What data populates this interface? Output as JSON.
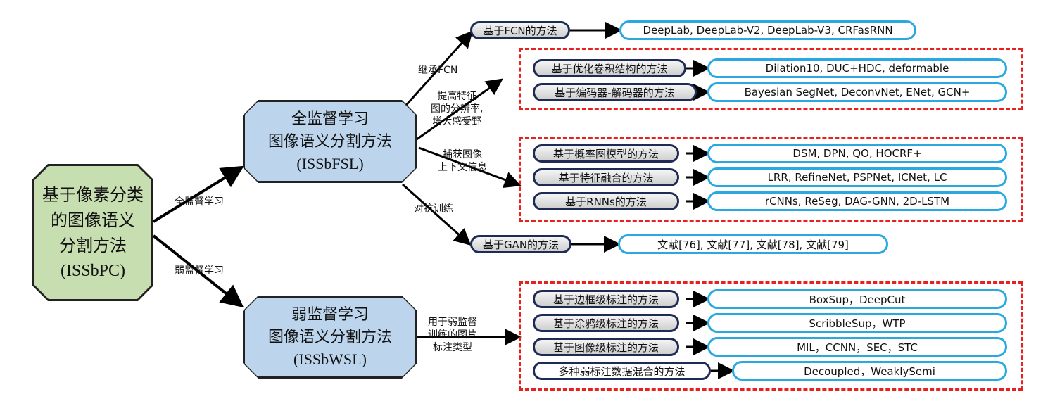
{
  "root": {
    "lines": [
      "基于像素分类",
      "的图像语义",
      "分割方法",
      "(ISSbPC)"
    ]
  },
  "full_node": {
    "lines": [
      "全监督学习",
      "图像语义分割方法",
      "(ISSbFSL)"
    ]
  },
  "weak_node": {
    "lines": [
      "弱监督学习",
      "图像语义分割方法",
      "(ISSbWSL)"
    ]
  },
  "edge_labels": {
    "full": "全监督学习",
    "weak": "弱监督学习",
    "inherit_fcn": "继承FCN",
    "resolution": [
      "提高特征",
      "图的分辨率,",
      "增大感受野"
    ],
    "context": [
      "捕获图像",
      "上下文信息"
    ],
    "adversarial": "对抗训练",
    "weak_label_types": [
      "用于弱监督",
      "训练的图片",
      "标注类型"
    ]
  },
  "methods": {
    "fcn": {
      "label": "基于FCN的方法",
      "result": "DeepLab, DeepLab-V2, DeepLab-V3, CRFasRNN"
    },
    "conv": {
      "label": "基于优化卷积结构的方法",
      "result": "Dilation10, DUC+HDC, deformable"
    },
    "encdec": {
      "label": "基于编码器-解码器的方法",
      "result": "Bayesian SegNet, DeconvNet, ENet, GCN+"
    },
    "prob": {
      "label": "基于概率图模型的方法",
      "result": "DSM, DPN, QO, HOCRF+"
    },
    "fusion": {
      "label": "基于特征融合的方法",
      "result": "LRR, RefineNet, PSPNet, ICNet, LC"
    },
    "rnn": {
      "label": "基于RNNs的方法",
      "result": "rCNNs, ReSeg, DAG-GNN, 2D-LSTM"
    },
    "gan": {
      "label": "基于GAN的方法",
      "result": "文献[76], 文献[77], 文献[78], 文献[79]"
    },
    "box": {
      "label": "基于边框级标注的方法",
      "result": "BoxSup，DeepCut"
    },
    "scribble": {
      "label": "基于涂鸦级标注的方法",
      "result": "ScribbleSup，WTP"
    },
    "image": {
      "label": "基于图像级标注的方法",
      "result": "MIL，CCNN，SEC，STC"
    },
    "mixed": {
      "label": "多种弱标注数据混合的方法",
      "result": "Decoupled，WeaklySemi"
    }
  },
  "colors": {
    "root_fill": "#c6deb0",
    "mid_fill": "#bcd5ec",
    "dash_border": "#e8201e",
    "result_border": "#2aa8e0",
    "pill_border": "#1e2b55"
  }
}
